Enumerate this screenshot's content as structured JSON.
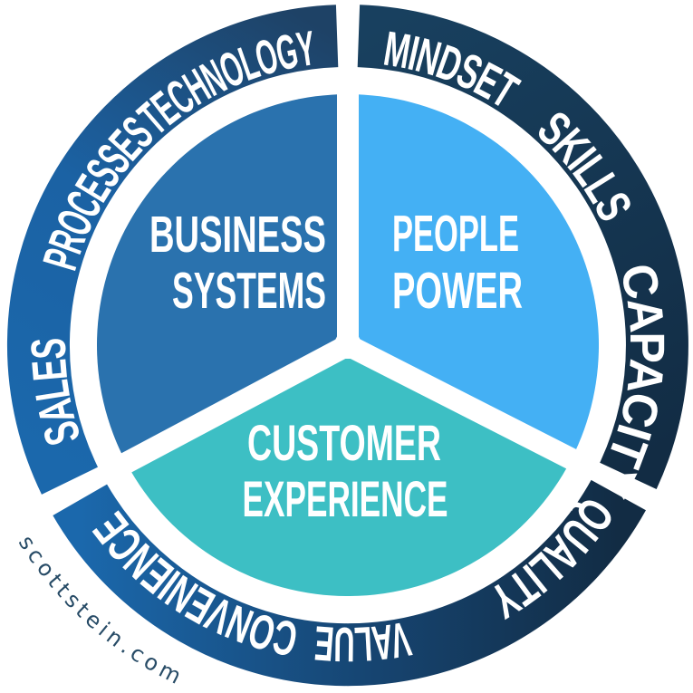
{
  "watermark": "scottstein.com",
  "wheel": {
    "center_labels": {
      "business_systems_line1": "BUSINESS",
      "business_systems_line2": "SYSTEMS",
      "people_power_line1": "PEOPLE",
      "people_power_line2": "POWER",
      "customer_experience_line1": "CUSTOMER",
      "customer_experience_line2": "EXPERIENCE"
    },
    "ring_labels": {
      "mindset": "MINDSET",
      "skills": "SKILLS",
      "capacity": "CAPACITY",
      "quality": "QUALITY",
      "value": "VALUE",
      "convenience": "CONVENIENCE",
      "sales": "SALES",
      "processes": "PROCESSES",
      "technology": "TECHNOLOGY"
    },
    "colors": {
      "business_systems": "#2a72ae",
      "people_power": "#44b0f4",
      "customer_experience": "#3dbfc4",
      "ring_blue": "#1b68ac",
      "ring_navy": "#18405f",
      "ring_navy_deep": "#122c44",
      "label_text": "#ffffff",
      "watermark_text": "#274b66"
    }
  }
}
